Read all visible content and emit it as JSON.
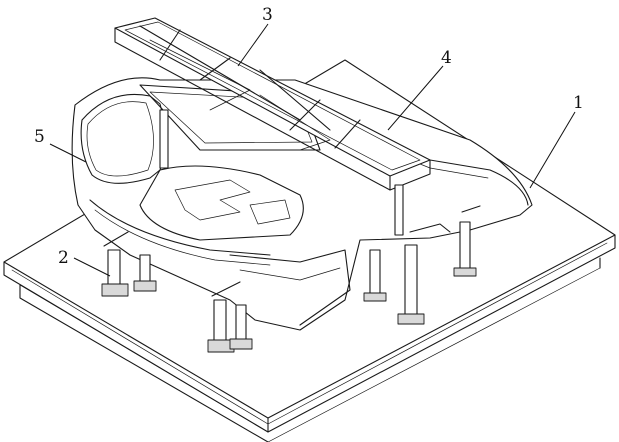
{
  "callouts": [
    {
      "id": "1",
      "label": "1"
    },
    {
      "id": "2",
      "label": "2"
    },
    {
      "id": "3",
      "label": "3"
    },
    {
      "id": "4",
      "label": "4"
    },
    {
      "id": "5",
      "label": "5"
    }
  ],
  "colors": {
    "line": "#1a1a1a",
    "background": "#ffffff",
    "shade": "#d9d9d9"
  }
}
